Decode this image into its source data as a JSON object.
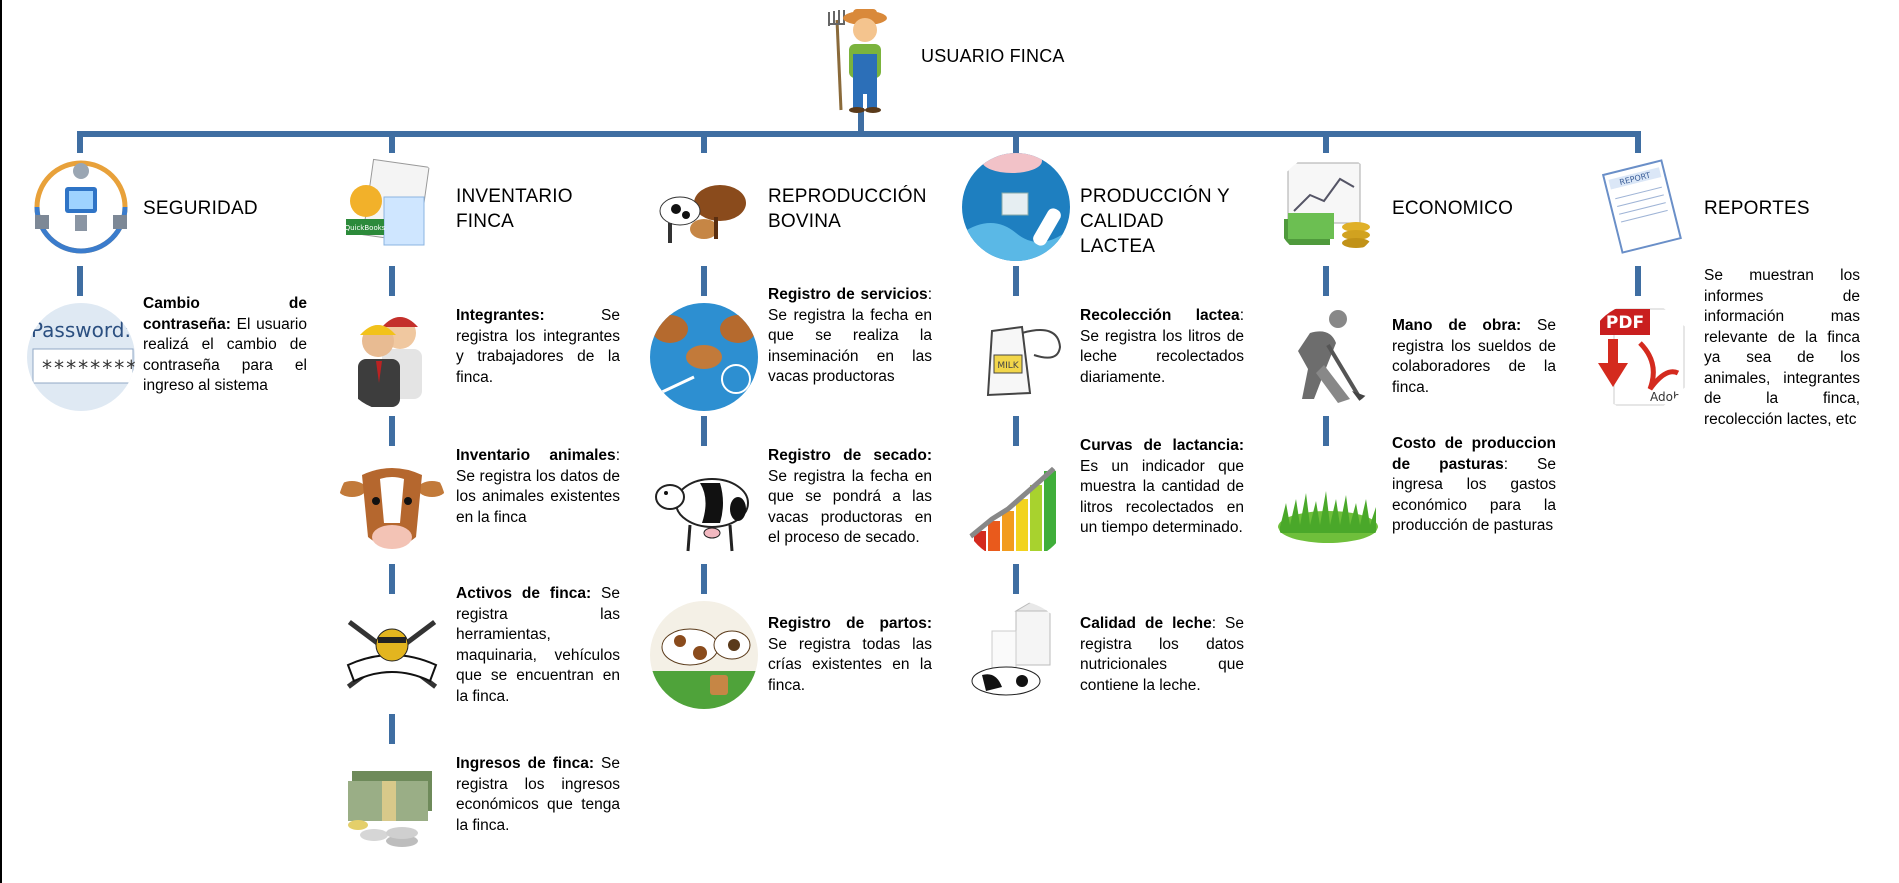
{
  "root": {
    "title": "USUARIO FINCA",
    "icon": "farmer-icon"
  },
  "colors": {
    "connector": "#3f6ea2"
  },
  "branches": [
    {
      "label": "SEGURIDAD",
      "icon": "security-network-icon",
      "items": [
        {
          "icon": "password-icon",
          "title": "Cambio de contraseña:",
          "text": " El usuario realizá el cambio de contraseña para el ingreso al sistema"
        }
      ]
    },
    {
      "label": "INVENTARIO FINCA",
      "icon": "inventory-icon",
      "items": [
        {
          "icon": "workers-icon",
          "title": "Integrantes:",
          "text": " Se registra los integrantes y trabajadores de la finca."
        },
        {
          "icon": "cow-head-icon",
          "title": "Inventario animales",
          "text": ": Se registra los datos de los animales existentes en la finca"
        },
        {
          "icon": "tools-emblem-icon",
          "title": "Activos de finca:",
          "text": " Se registra las herramientas, maquinaria, vehículos que se encuentran en la finca."
        },
        {
          "icon": "money-coins-icon",
          "title": "Ingresos de finca:",
          "text": " Se registra los ingresos económicos que tenga la finca."
        }
      ]
    },
    {
      "label": "REPRODUCCIÓN BOVINA",
      "icon": "cattle-group-icon",
      "items": [
        {
          "icon": "insemination-icon",
          "title": "Registro de servicios",
          "text": ": Se registra la fecha en que se realiza la inseminación en las vacas productoras"
        },
        {
          "icon": "dairy-cow-icon",
          "title": "Registro de secado:",
          "text": " Se registra la fecha en que se pondrá a las vacas productoras en el proceso de secado."
        },
        {
          "icon": "calving-icon",
          "title": "Registro de partos:",
          "text": " Se registra todas las crías existentes en la finca."
        }
      ]
    },
    {
      "label": "PRODUCCIÓN Y CALIDAD LACTEA",
      "icon": "milking-icon",
      "items": [
        {
          "icon": "milk-jug-icon",
          "title": "Recolección lactea",
          "text": ": Se registra los litros de leche recolectados diariamente."
        },
        {
          "icon": "growth-chart-icon",
          "title": "Curvas de lactancia:",
          "text": " Es un indicador que muestra la cantidad de litros recolectados en un tiempo determinado."
        },
        {
          "icon": "milk-quality-icon",
          "title": "Calidad de leche",
          "text": ": Se registra los datos nutricionales que contiene la leche."
        }
      ]
    },
    {
      "label": "ECONOMICO",
      "icon": "finance-icon",
      "items": [
        {
          "icon": "worker-shovel-icon",
          "title": "Mano de obra:",
          "text": " Se registra los sueldos de colaboradores de la finca."
        },
        {
          "icon": "grass-icon",
          "title": "Costo de produccion de pasturas",
          "text": ": Se ingresa los gastos económico para la producción de pasturas"
        }
      ]
    },
    {
      "label": "REPORTES",
      "icon": "report-icon",
      "description": "Se muestran los informes de información mas relevante de la finca ya sea de los animales, integrantes de la finca, recolección lactes, etc",
      "items": [
        {
          "icon": "pdf-icon",
          "title": "",
          "text": ""
        }
      ]
    }
  ]
}
